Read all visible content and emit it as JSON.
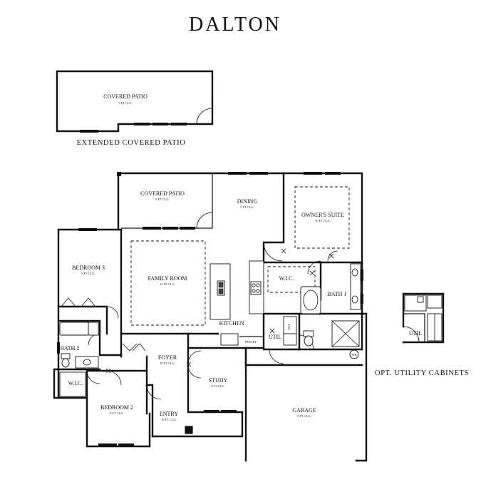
{
  "plan_title": "DALTON",
  "extended_patio": {
    "room": "COVERED PATIO",
    "ceiling": "9 FT. CLG.",
    "caption": "EXTENDED COVERED PATIO"
  },
  "rooms": [
    {
      "id": "covered-patio",
      "name": "COVERED PATIO",
      "ceiling": "9 FT. CLG."
    },
    {
      "id": "dining",
      "name": "DINING",
      "ceiling": "9 FT. CLG."
    },
    {
      "id": "owners-suite",
      "name": "OWNER'S SUITE",
      "ceiling": "10 FT. CLG."
    },
    {
      "id": "bedroom-3",
      "name": "BEDROOM 3",
      "ceiling": "9 FT. CLG."
    },
    {
      "id": "family-room",
      "name": "FAMILY ROOM",
      "ceiling": "10 FT. CLG."
    },
    {
      "id": "wic-owner",
      "name": "W.I.C.",
      "ceiling": ""
    },
    {
      "id": "bath-1",
      "name": "BATH 1",
      "ceiling": ""
    },
    {
      "id": "kitchen",
      "name": "KITCHEN",
      "ceiling": ""
    },
    {
      "id": "pantry",
      "name": "PANTRY",
      "ceiling": ""
    },
    {
      "id": "util",
      "name": "UTIL",
      "ceiling": ""
    },
    {
      "id": "bath-2",
      "name": "BATH 2",
      "ceiling": ""
    },
    {
      "id": "foyer",
      "name": "FOYER",
      "ceiling": "10 FT. CLG."
    },
    {
      "id": "wic-bed2",
      "name": "W.I.C.",
      "ceiling": ""
    },
    {
      "id": "study",
      "name": "STUDY",
      "ceiling": "9 FT. CLG."
    },
    {
      "id": "bedroom-2",
      "name": "BEDROOM 2",
      "ceiling": "9 FT. CLG."
    },
    {
      "id": "entry",
      "name": "ENTRY",
      "ceiling": "10 FT. CLG."
    },
    {
      "id": "garage",
      "name": "GARAGE",
      "ceiling": "9 FT. CLG."
    }
  ],
  "fixtures": {
    "water_heater": "WH",
    "refrigerator": "REF"
  },
  "utility_option": {
    "room": "UTIL",
    "caption": "OPT. UTILITY CABINETS"
  }
}
